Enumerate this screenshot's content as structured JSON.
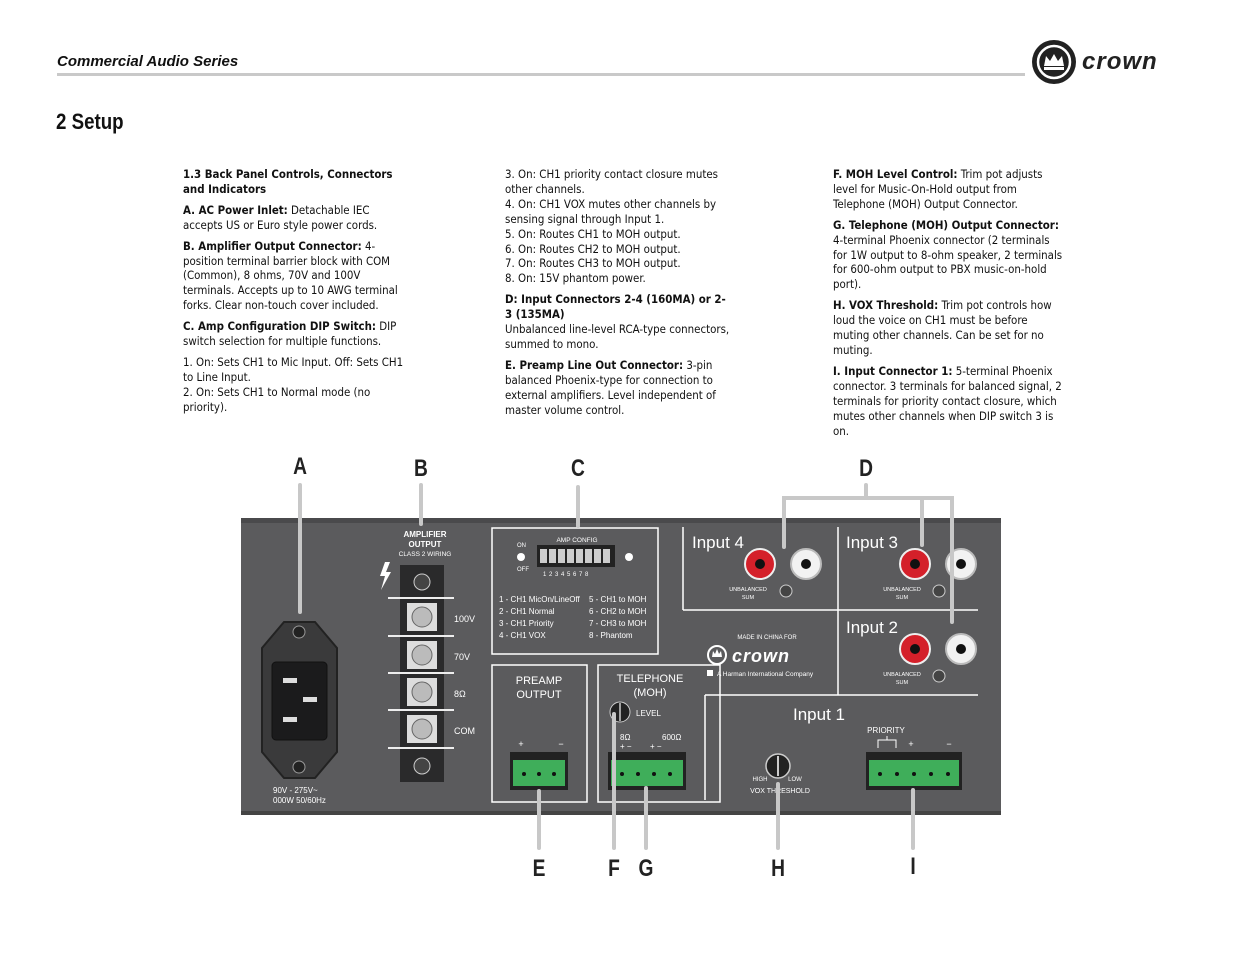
{
  "header": {
    "series_title": "Commercial Audio Series",
    "logo_text": "crown"
  },
  "section_title": "2 Setup",
  "col1": {
    "heading": "1.3 Back Panel Controls, Connectors and Indicators",
    "a_label": "A. AC Power Inlet:",
    "a_text": " Detachable IEC accepts US or Euro style power cords.",
    "b_label": "B. Amplifier Output Connector:",
    "b_text": " 4-position terminal barrier block with COM (Common), 8 ohms, 70V and 100V terminals. Accepts up to 10 AWG terminal forks. Clear non-touch cover included.",
    "c_label": "C. Amp Configuration DIP Switch:",
    "c_text": " DIP switch selection for multiple functions.",
    "item1": "1. On: Sets CH1 to Mic Input. Off: Sets CH1 to Line Input.",
    "item2": "2. On: Sets CH1 to Normal mode (no priority)."
  },
  "col2": {
    "item3": "3. On: CH1 priority contact closure mutes other channels.",
    "item4": "4. On: CH1 VOX mutes other channels by sensing signal through Input 1.",
    "item5": "5. On: Routes CH1 to MOH output.",
    "item6": "6. On: Routes CH2 to MOH output.",
    "item7": "7. On: Routes CH3 to MOH output.",
    "item8": "8. On: 15V phantom power.",
    "d_label": "D: Input Connectors 2-4 (160MA) or 2-3 (135MA)",
    "d_text": "Unbalanced line-level RCA-type connectors, summed to mono.",
    "e_label": "E. Preamp Line Out Connector:",
    "e_text": " 3-pin balanced Phoenix-type for connection to external amplifiers. Level independent of master volume control."
  },
  "col3": {
    "f_label": "F. MOH Level Control:",
    "f_text": " Trim pot adjusts level for Music-On-Hold output from Telephone (MOH) Output Connector.",
    "g_label": "G. Telephone (MOH) Output Connector:",
    "g_text": " 4-terminal Phoenix connector (2 terminals for 1W output to 8-ohm speaker, 2 terminals for 600-ohm output to PBX music-on-hold port).",
    "h_label": "H. VOX Threshold:",
    "h_text": " Trim pot controls how loud the voice on CH1 must be before muting other channels. Can be set for no muting.",
    "i_label": "I. Input Connector 1:",
    "i_text": " 5-terminal Phoenix connector. 3 terminals for balanced signal, 2 terminals for priority contact closure, which mutes other channels when DIP switch 3 is on."
  },
  "callouts": {
    "a": "A",
    "b": "B",
    "c": "C",
    "d": "D",
    "e": "E",
    "f": "F",
    "g": "G",
    "h": "H",
    "i": "I"
  },
  "panel": {
    "power_rating_1": "90V - 275V~",
    "power_rating_2": "000W  50/60Hz",
    "amp_output_title_1": "AMPLIFIER",
    "amp_output_title_2": "OUTPUT",
    "amp_output_sub": "CLASS 2 WIRING",
    "term_100v": "100V",
    "term_70v": "70V",
    "term_8": "8Ω",
    "term_com": "COM",
    "dip_title": "AMP CONFIG",
    "dip_on": "ON",
    "dip_off": "OFF",
    "dip_numbers": "1 2 3 4 5 6 7 8",
    "dip_legend_l1": "1 - CH1 MicOn/LineOff",
    "dip_legend_l2": "2 - CH1 Normal",
    "dip_legend_l3": "3 - CH1 Priority",
    "dip_legend_l4": "4 - CH1 VOX",
    "dip_legend_r1": "5 - CH1 to MOH",
    "dip_legend_r2": "6 - CH2 to MOH",
    "dip_legend_r3": "7 - CH3 to MOH",
    "dip_legend_r4": "8 - Phantom",
    "input4": "Input 4",
    "input3": "Input 3",
    "input2": "Input 2",
    "input1": "Input 1",
    "unbalanced": "UNBALANCED",
    "sum": "SUM",
    "made_in": "MADE IN  CHINA FOR",
    "brand": "crown",
    "harman": "A Harman International Company",
    "preamp_1": "PREAMP",
    "preamp_2": "OUTPUT",
    "tel_1": "TELEPHONE",
    "tel_2": "(MOH)",
    "level": "LEVEL",
    "tel_8": "8Ω",
    "tel_600": "600Ω",
    "priority": "PRIORITY",
    "vox_high": "HIGH",
    "vox_low": "LOW",
    "vox_threshold": "VOX THRESHOLD"
  },
  "colors": {
    "panel": "#5b5b5d",
    "rca_red": "#d4202a",
    "phoenix_green": "#3fae5a",
    "callout_line": "#c8c8c8"
  }
}
